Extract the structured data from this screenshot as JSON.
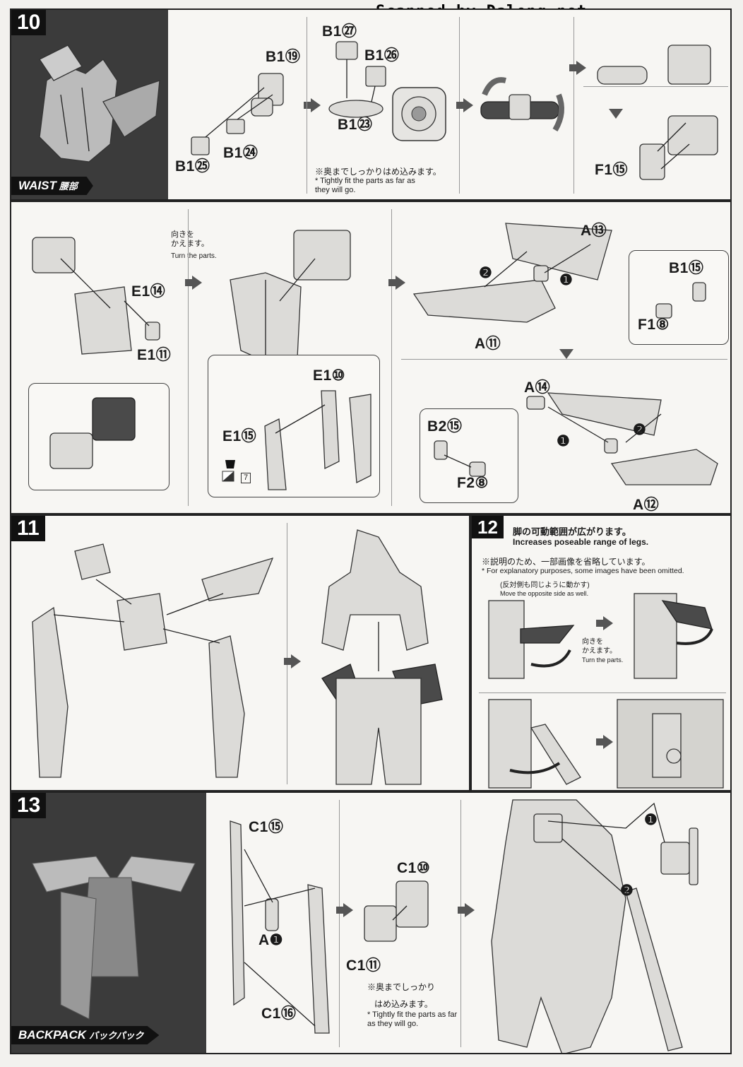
{
  "watermark": "Scanned by Dalong.net",
  "steps": {
    "s10": {
      "number": "10",
      "section": "WAIST",
      "section_jp": "腰部",
      "parts": [
        "B1⑲",
        "B1㉗",
        "B1㉖",
        "B1㉓",
        "B1㉔",
        "B1㉕",
        "F1⑮"
      ],
      "note_jp": "※奥までしっかりはめ込みます。",
      "note_en": "* Tightly fit the parts as far as they will go.",
      "turn_jp": "向きを\nかえます。",
      "turn_en": "Turn the parts.",
      "parts2": [
        "E1⑭",
        "E1⑪",
        "E1⑩",
        "E1⑮",
        "A⑬",
        "B1⑮",
        "F1⑧",
        "A⑪",
        "A⑭",
        "B2⑮",
        "F2⑧",
        "A⑫"
      ],
      "sticker_num": "7",
      "n1": "❶",
      "n2": "❷"
    },
    "s11": {
      "number": "11"
    },
    "s12": {
      "number": "12",
      "head_jp": "脚の可動範囲が広がります。",
      "head_en": "Increases poseable range of legs.",
      "note_jp": "※説明のため、一部画像を省略しています。",
      "note_en": "* For explanatory purposes, some images have been omitted.",
      "opp_jp": "(反対側も同じように動かす)",
      "opp_en": "Move the opposite side as well.",
      "turn_jp": "向きを\nかえます。",
      "turn_en": "Turn the parts."
    },
    "s13": {
      "number": "13",
      "section": "BACKPACK",
      "section_jp": "バックパック",
      "parts": [
        "C1⑮",
        "A❶",
        "C1⑯",
        "C1⑩",
        "C1⑪"
      ],
      "note_jp1": "※奥までしっかり",
      "note_jp2": "はめ込みます。",
      "note_en": "* Tightly fit the parts as far as they will go."
    }
  }
}
